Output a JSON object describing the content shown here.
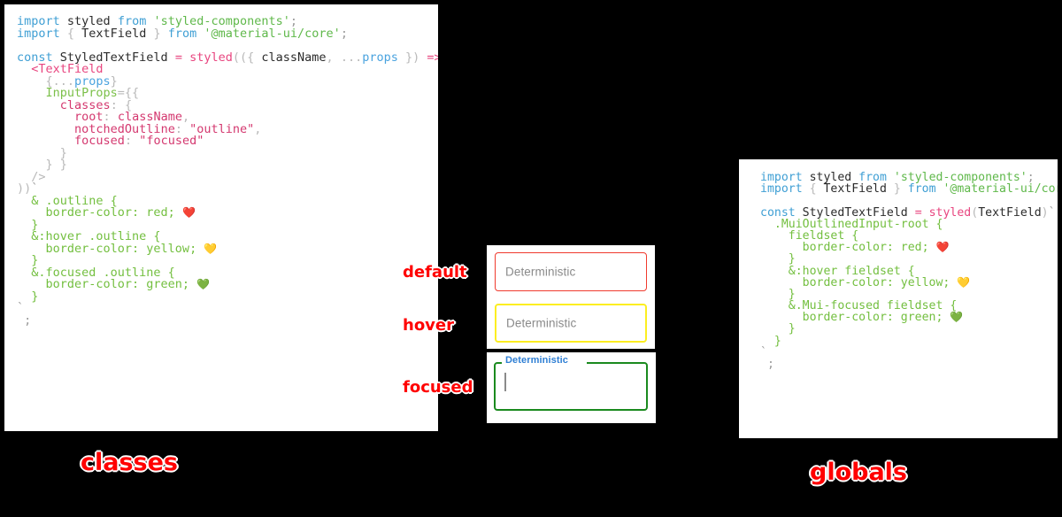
{
  "panels": {
    "classes": {
      "caption": "classes",
      "lines": [
        [
          {
            "t": "kw",
            "s": "import"
          },
          {
            "t": "plain",
            "s": " styled "
          },
          {
            "t": "kw",
            "s": "from"
          },
          {
            "t": "plain",
            "s": " "
          },
          {
            "t": "str",
            "s": "'styled-components'"
          },
          {
            "t": "semi",
            "s": ";"
          }
        ],
        [
          {
            "t": "kw",
            "s": "import"
          },
          {
            "t": "punct",
            "s": " { "
          },
          {
            "t": "plain",
            "s": "TextField"
          },
          {
            "t": "punct",
            "s": " } "
          },
          {
            "t": "kw",
            "s": "from"
          },
          {
            "t": "plain",
            "s": " "
          },
          {
            "t": "str",
            "s": "'@material-ui/core'"
          },
          {
            "t": "semi",
            "s": ";"
          }
        ],
        [
          {
            "t": "plain",
            "s": ""
          }
        ],
        [
          {
            "t": "kw",
            "s": "const"
          },
          {
            "t": "plain",
            "s": " StyledTextField "
          },
          {
            "t": "op",
            "s": "="
          },
          {
            "t": "plain",
            "s": " "
          },
          {
            "t": "fn",
            "s": "styled"
          },
          {
            "t": "punct",
            "s": "(({ "
          },
          {
            "t": "plain",
            "s": "className"
          },
          {
            "t": "punct",
            "s": ", "
          },
          {
            "t": "punct",
            "s": "..."
          },
          {
            "t": "var",
            "s": "props"
          },
          {
            "t": "punct",
            "s": " }) "
          },
          {
            "t": "op",
            "s": "=>"
          },
          {
            "t": "punct",
            "s": " ("
          }
        ],
        [
          {
            "t": "plain",
            "s": "  "
          },
          {
            "t": "tag",
            "s": "<TextField"
          }
        ],
        [
          {
            "t": "plain",
            "s": "    "
          },
          {
            "t": "punct",
            "s": "{..."
          },
          {
            "t": "var",
            "s": "props"
          },
          {
            "t": "punct",
            "s": "}"
          }
        ],
        [
          {
            "t": "plain",
            "s": "    "
          },
          {
            "t": "prop",
            "s": "InputProps"
          },
          {
            "t": "punct",
            "s": "={{"
          }
        ],
        [
          {
            "t": "plain",
            "s": "      "
          },
          {
            "t": "key",
            "s": "classes"
          },
          {
            "t": "punct",
            "s": ": {"
          }
        ],
        [
          {
            "t": "plain",
            "s": "        "
          },
          {
            "t": "key",
            "s": "root"
          },
          {
            "t": "punct",
            "s": ": "
          },
          {
            "t": "key",
            "s": "className"
          },
          {
            "t": "punct",
            "s": ","
          }
        ],
        [
          {
            "t": "plain",
            "s": "        "
          },
          {
            "t": "key",
            "s": "notchedOutline"
          },
          {
            "t": "punct",
            "s": ": "
          },
          {
            "t": "key",
            "s": "\"outline\""
          },
          {
            "t": "punct",
            "s": ","
          }
        ],
        [
          {
            "t": "plain",
            "s": "        "
          },
          {
            "t": "key",
            "s": "focused"
          },
          {
            "t": "punct",
            "s": ": "
          },
          {
            "t": "key",
            "s": "\"focused\""
          }
        ],
        [
          {
            "t": "plain",
            "s": "      "
          },
          {
            "t": "punct",
            "s": "}"
          }
        ],
        [
          {
            "t": "plain",
            "s": "    "
          },
          {
            "t": "punct",
            "s": "} }"
          }
        ],
        [
          {
            "t": "plain",
            "s": "  "
          },
          {
            "t": "punct",
            "s": "/>"
          }
        ],
        [
          {
            "t": "punct",
            "s": "))"
          },
          {
            "t": "tick",
            "s": "`"
          }
        ],
        [
          {
            "t": "css",
            "s": "  & .outline {"
          }
        ],
        [
          {
            "t": "css",
            "s": "    border-color: red; "
          },
          {
            "t": "emoji",
            "s": "❤️"
          }
        ],
        [
          {
            "t": "css",
            "s": "  }"
          }
        ],
        [
          {
            "t": "css",
            "s": "  &:hover .outline {"
          }
        ],
        [
          {
            "t": "css",
            "s": "    border-color: yellow; "
          },
          {
            "t": "emoji",
            "s": "💛"
          }
        ],
        [
          {
            "t": "css",
            "s": "  }"
          }
        ],
        [
          {
            "t": "css",
            "s": "  &.focused .outline {"
          }
        ],
        [
          {
            "t": "css",
            "s": "    border-color: green; "
          },
          {
            "t": "emoji",
            "s": "💚"
          }
        ],
        [
          {
            "t": "css",
            "s": "  }"
          }
        ],
        [
          {
            "t": "tick",
            "s": "`"
          }
        ],
        [
          {
            "t": "semi",
            "s": " ;"
          }
        ]
      ]
    },
    "globals": {
      "caption": "globals",
      "lines": [
        [
          {
            "t": "kw",
            "s": "import"
          },
          {
            "t": "plain",
            "s": " styled "
          },
          {
            "t": "kw",
            "s": "from"
          },
          {
            "t": "plain",
            "s": " "
          },
          {
            "t": "str",
            "s": "'styled-components'"
          },
          {
            "t": "semi",
            "s": ";"
          }
        ],
        [
          {
            "t": "kw",
            "s": "import"
          },
          {
            "t": "punct",
            "s": " { "
          },
          {
            "t": "plain",
            "s": "TextField"
          },
          {
            "t": "punct",
            "s": " } "
          },
          {
            "t": "kw",
            "s": "from"
          },
          {
            "t": "plain",
            "s": " "
          },
          {
            "t": "str",
            "s": "'@material-ui/core'"
          },
          {
            "t": "semi",
            "s": ";"
          }
        ],
        [
          {
            "t": "plain",
            "s": ""
          }
        ],
        [
          {
            "t": "kw",
            "s": "const"
          },
          {
            "t": "plain",
            "s": " StyledTextField "
          },
          {
            "t": "op",
            "s": "="
          },
          {
            "t": "plain",
            "s": " "
          },
          {
            "t": "fn",
            "s": "styled"
          },
          {
            "t": "punct",
            "s": "("
          },
          {
            "t": "plain",
            "s": "TextField"
          },
          {
            "t": "punct",
            "s": ")"
          },
          {
            "t": "tick",
            "s": "`"
          }
        ],
        [
          {
            "t": "css",
            "s": "  .MuiOutlinedInput-root {"
          }
        ],
        [
          {
            "t": "css",
            "s": "    fieldset {"
          }
        ],
        [
          {
            "t": "css",
            "s": "      border-color: red; "
          },
          {
            "t": "emoji",
            "s": "❤️"
          }
        ],
        [
          {
            "t": "css",
            "s": "    }"
          }
        ],
        [
          {
            "t": "css",
            "s": "    &:hover fieldset {"
          }
        ],
        [
          {
            "t": "css",
            "s": "      border-color: yellow; "
          },
          {
            "t": "emoji",
            "s": "💛"
          }
        ],
        [
          {
            "t": "css",
            "s": "    }"
          }
        ],
        [
          {
            "t": "css",
            "s": "    &.Mui-focused fieldset {"
          }
        ],
        [
          {
            "t": "css",
            "s": "      border-color: green; "
          },
          {
            "t": "emoji",
            "s": "💚"
          }
        ],
        [
          {
            "t": "css",
            "s": "    }"
          }
        ],
        [
          {
            "t": "css",
            "s": "  }"
          }
        ],
        [
          {
            "t": "tick",
            "s": "`"
          }
        ],
        [
          {
            "t": "semi",
            "s": " ;"
          }
        ]
      ]
    }
  },
  "fields": {
    "default": {
      "annotation": "default",
      "placeholder": "Deterministic",
      "border_color": "#f03a2e"
    },
    "hover": {
      "annotation": "hover",
      "placeholder": "Deterministic",
      "border_color": "#fcee21"
    },
    "focused": {
      "annotation": "focused",
      "label": "Deterministic",
      "value": "",
      "border_color": "#1a8a1e",
      "label_color": "#2f7fd4"
    }
  },
  "colors": {
    "background": "#000000",
    "panel": "#ffffff",
    "annotation_text": "#ff0000",
    "annotation_outline": "#ffffff",
    "keyword": "#3f9fd4",
    "string": "#5fb84a",
    "function": "#e8457f",
    "property": "#7cc04a",
    "css": "#73bf3f",
    "object_key": "#d4386f"
  }
}
